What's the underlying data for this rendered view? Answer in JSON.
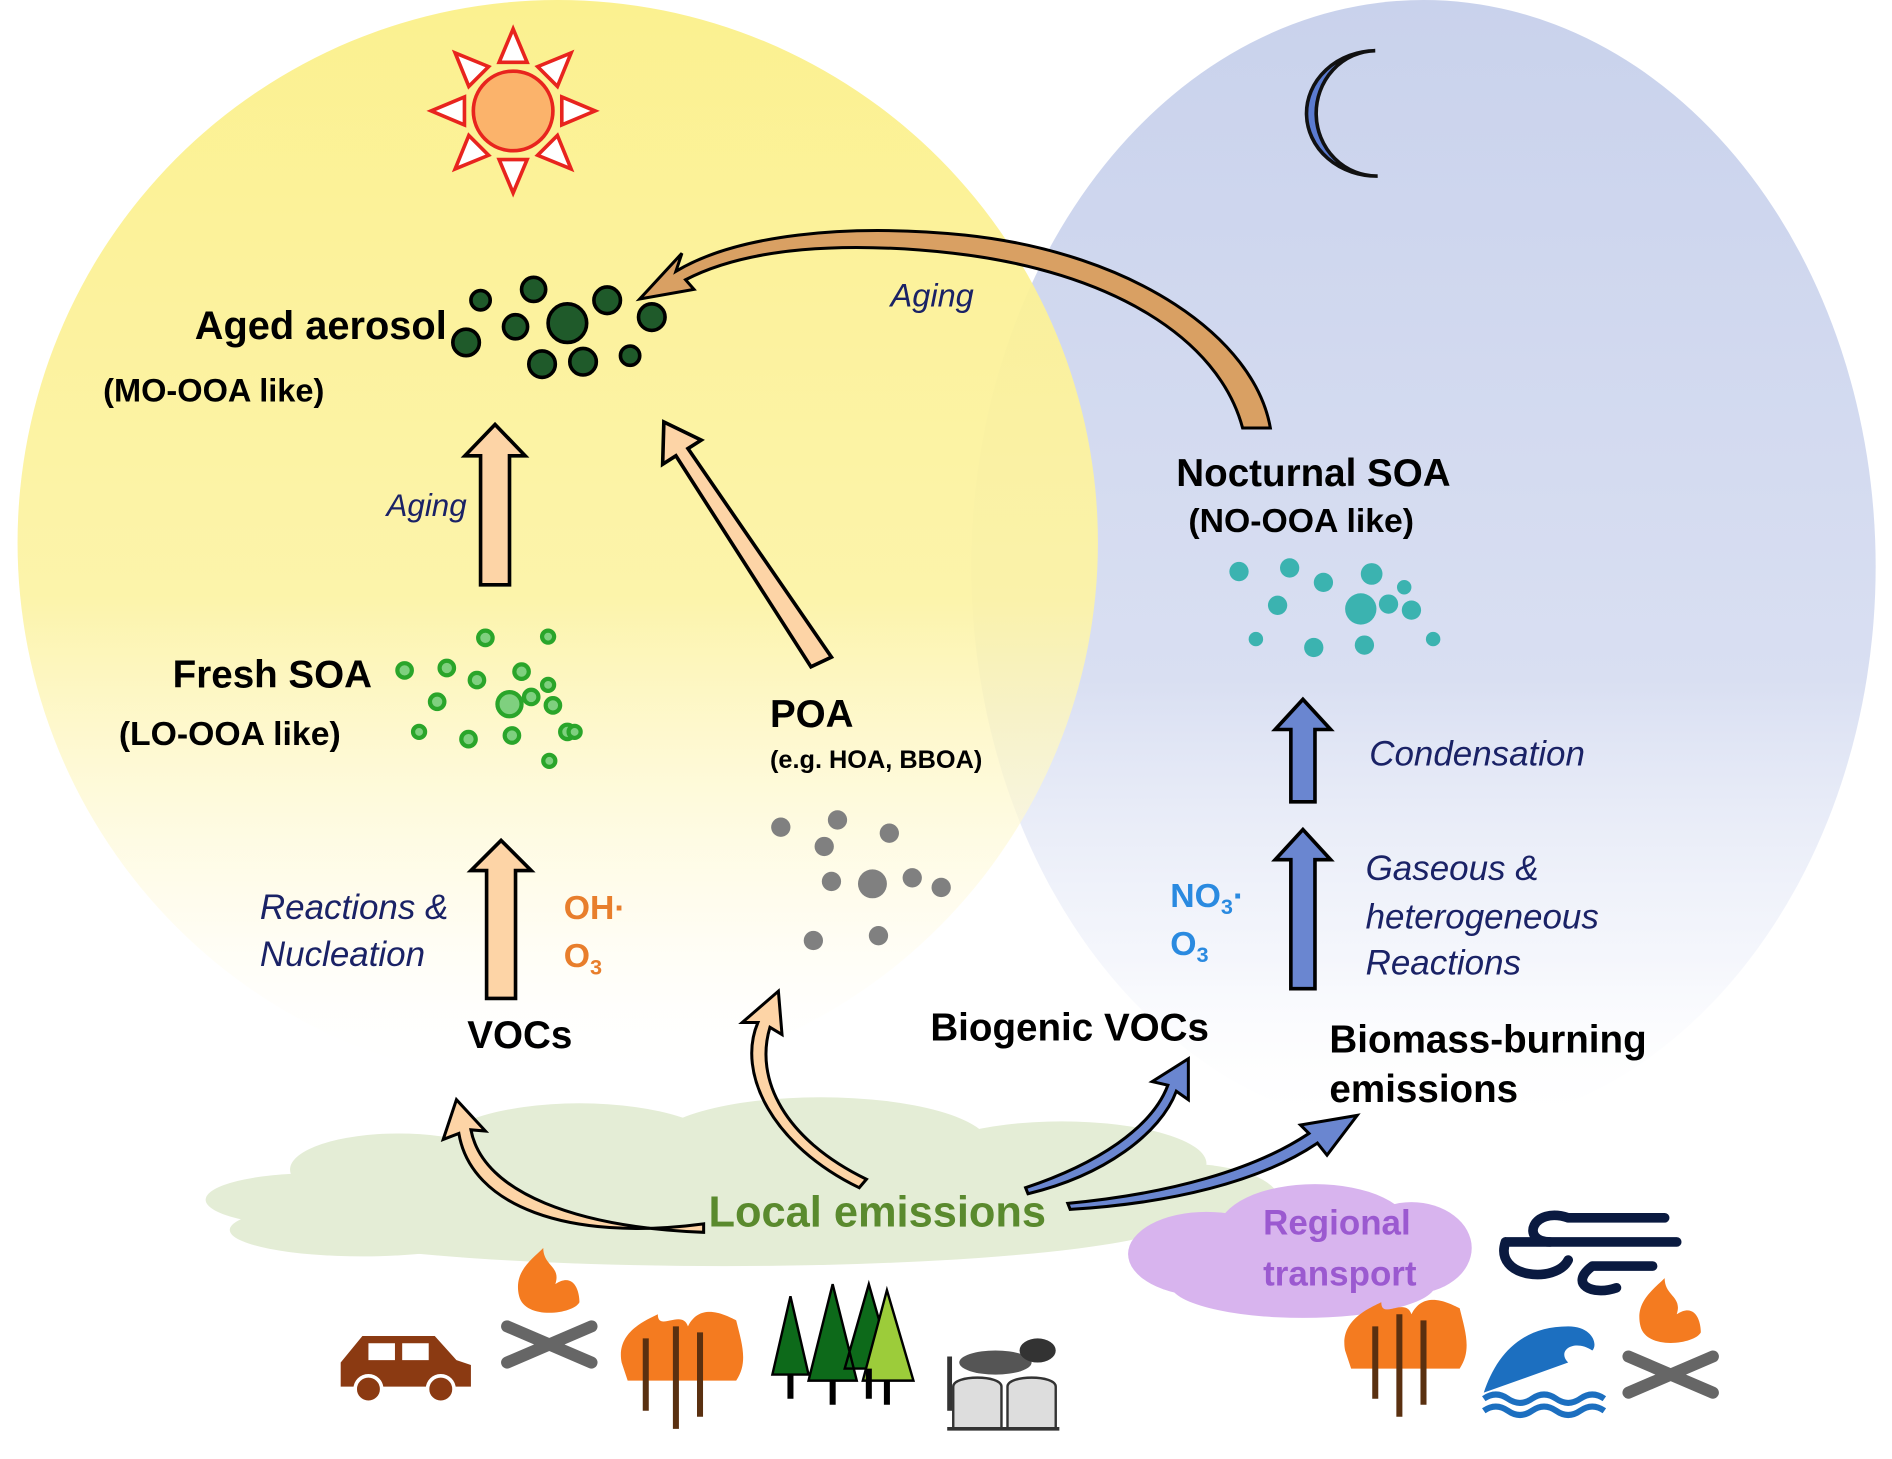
{
  "labels": {
    "aged_aerosol": "Aged aerosol",
    "aged_aerosol_sub": "(MO-OOA like)",
    "aging_top": "Aging",
    "aging_left": "Aging",
    "nocturnal_soa": "Nocturnal SOA",
    "nocturnal_soa_sub": "(NO-OOA like)",
    "fresh_soa": "Fresh SOA",
    "fresh_soa_sub": "(LO-OOA like)",
    "poa": "POA",
    "poa_sub": "(e.g. HOA, BBOA)",
    "condensation": "Condensation",
    "reactions_line1": "Reactions &",
    "reactions_line2": "Nucleation",
    "oh": "OH·",
    "o3_day": "O",
    "o3_day_sub": "3",
    "no3": "NO",
    "no3_sub": "3",
    "no3_dot": "·",
    "o3_night": "O",
    "o3_night_sub": "3",
    "gaseous_line1": "Gaseous &",
    "gaseous_line2": "heterogeneous",
    "gaseous_line3": "Reactions",
    "vocs": "VOCs",
    "biogenic_vocs": "Biogenic VOCs",
    "biomass_line1": "Biomass-burning",
    "biomass_line2": "emissions",
    "local_emissions": "Local emissions",
    "regional_line1": "Regional",
    "regional_line2": "transport"
  },
  "colors": {
    "day": "#fbf08a",
    "night": "#c9d2ec",
    "day_arrow": "#fdd4a6",
    "night_arrow": "#6a86d0",
    "aged": "#1f5a2a",
    "fresh": "#2aa52a",
    "nocturnal": "#3bb3b0",
    "poa": "#808080",
    "local": "#5a8a2e",
    "regional": "#9b59d0",
    "oxidant_day": "#e87e2c",
    "oxidant_night": "#2a8ae0"
  },
  "icons": [
    "sun-icon",
    "moon-icon",
    "car-icon",
    "campfire-icon",
    "burning-trees-icon",
    "forest-icon",
    "factory-icon",
    "wind-icon",
    "wave-icon"
  ]
}
